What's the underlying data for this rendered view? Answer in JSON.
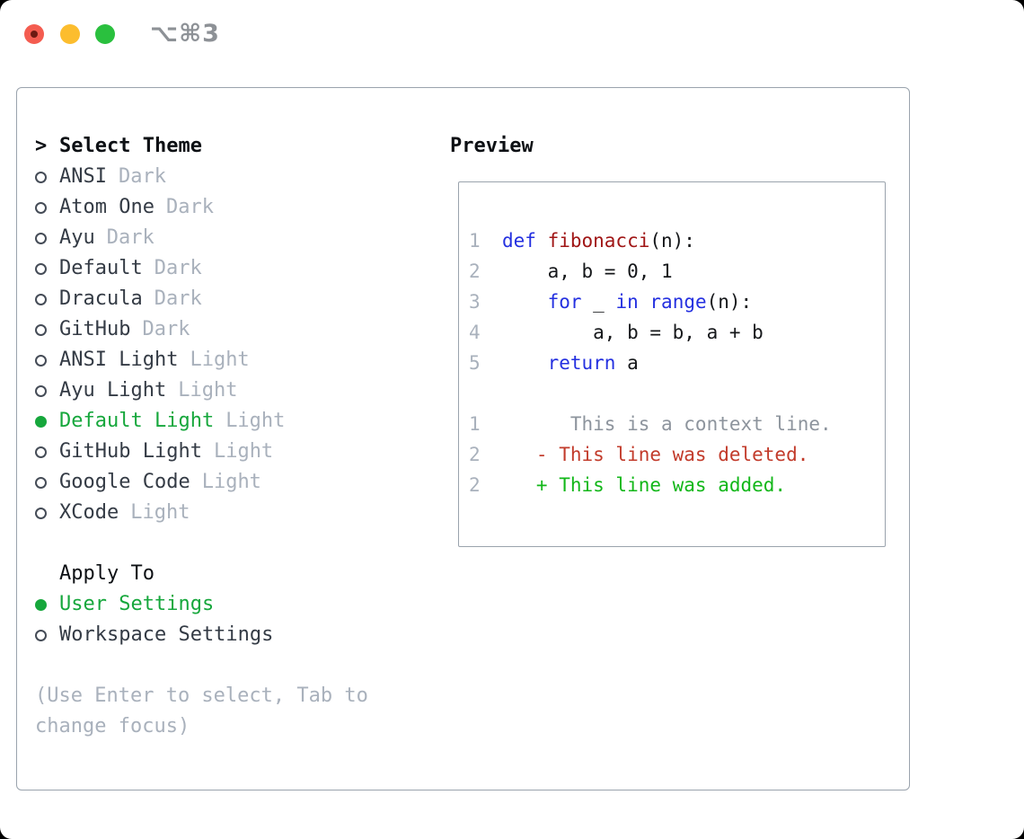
{
  "titlebar": {
    "shortcut": "⌥⌘3"
  },
  "colors": {
    "accent-green": "#16a73c",
    "keyword": "#2430e0",
    "function": "#a01616",
    "del": "#c23b2b",
    "add": "#12b719",
    "muted": "#a9b1bc",
    "border-gray": "#9aa3ad",
    "traffic-red": "#f45c50",
    "traffic-yellow": "#fcbd2e",
    "traffic-green": "#2ac03e"
  },
  "theme_panel": {
    "prompt": ">",
    "title": "Select Theme",
    "items": [
      {
        "name": "ANSI",
        "variant": "Dark",
        "selected": false
      },
      {
        "name": "Atom One",
        "variant": "Dark",
        "selected": false
      },
      {
        "name": "Ayu",
        "variant": "Dark",
        "selected": false
      },
      {
        "name": "Default",
        "variant": "Dark",
        "selected": false
      },
      {
        "name": "Dracula",
        "variant": "Dark",
        "selected": false
      },
      {
        "name": "GitHub",
        "variant": "Dark",
        "selected": false
      },
      {
        "name": "ANSI Light",
        "variant": "Light",
        "selected": false
      },
      {
        "name": "Ayu Light",
        "variant": "Light",
        "selected": false
      },
      {
        "name": "Default Light",
        "variant": "Light",
        "selected": true
      },
      {
        "name": "GitHub Light",
        "variant": "Light",
        "selected": false
      },
      {
        "name": "Google Code",
        "variant": "Light",
        "selected": false
      },
      {
        "name": "XCode",
        "variant": "Light",
        "selected": false
      }
    ],
    "apply_to": {
      "title": "Apply To",
      "options": [
        {
          "label": "User Settings",
          "selected": true
        },
        {
          "label": "Workspace Settings",
          "selected": false
        }
      ]
    },
    "help": "(Use Enter to select, Tab to\nchange focus)"
  },
  "preview": {
    "title": "Preview",
    "code_lines": [
      {
        "num": "1",
        "tokens": [
          {
            "t": "def ",
            "c": "kw"
          },
          {
            "t": "fibonacci",
            "c": "fn"
          },
          {
            "t": "(n):",
            "c": "pl"
          }
        ]
      },
      {
        "num": "2",
        "tokens": [
          {
            "t": "    a, b = 0, 1",
            "c": "pl"
          }
        ]
      },
      {
        "num": "3",
        "tokens": [
          {
            "t": "    ",
            "c": "pl"
          },
          {
            "t": "for",
            "c": "kw"
          },
          {
            "t": " _ ",
            "c": "pl"
          },
          {
            "t": "in",
            "c": "kw"
          },
          {
            "t": " ",
            "c": "pl"
          },
          {
            "t": "range",
            "c": "kw"
          },
          {
            "t": "(n):",
            "c": "pl"
          }
        ]
      },
      {
        "num": "4",
        "tokens": [
          {
            "t": "        a, b = b, a + b",
            "c": "pl"
          }
        ]
      },
      {
        "num": "5",
        "tokens": [
          {
            "t": "    ",
            "c": "pl"
          },
          {
            "t": "return",
            "c": "kw"
          },
          {
            "t": " a",
            "c": "pl"
          }
        ]
      },
      {
        "num": "",
        "tokens": []
      },
      {
        "num": "1",
        "tokens": [
          {
            "t": "      This is a context line.",
            "c": "ctx"
          }
        ]
      },
      {
        "num": "2",
        "tokens": [
          {
            "t": "   - This line was deleted.",
            "c": "del"
          }
        ]
      },
      {
        "num": "2",
        "tokens": [
          {
            "t": "   + This line was added.",
            "c": "add"
          }
        ]
      }
    ]
  }
}
